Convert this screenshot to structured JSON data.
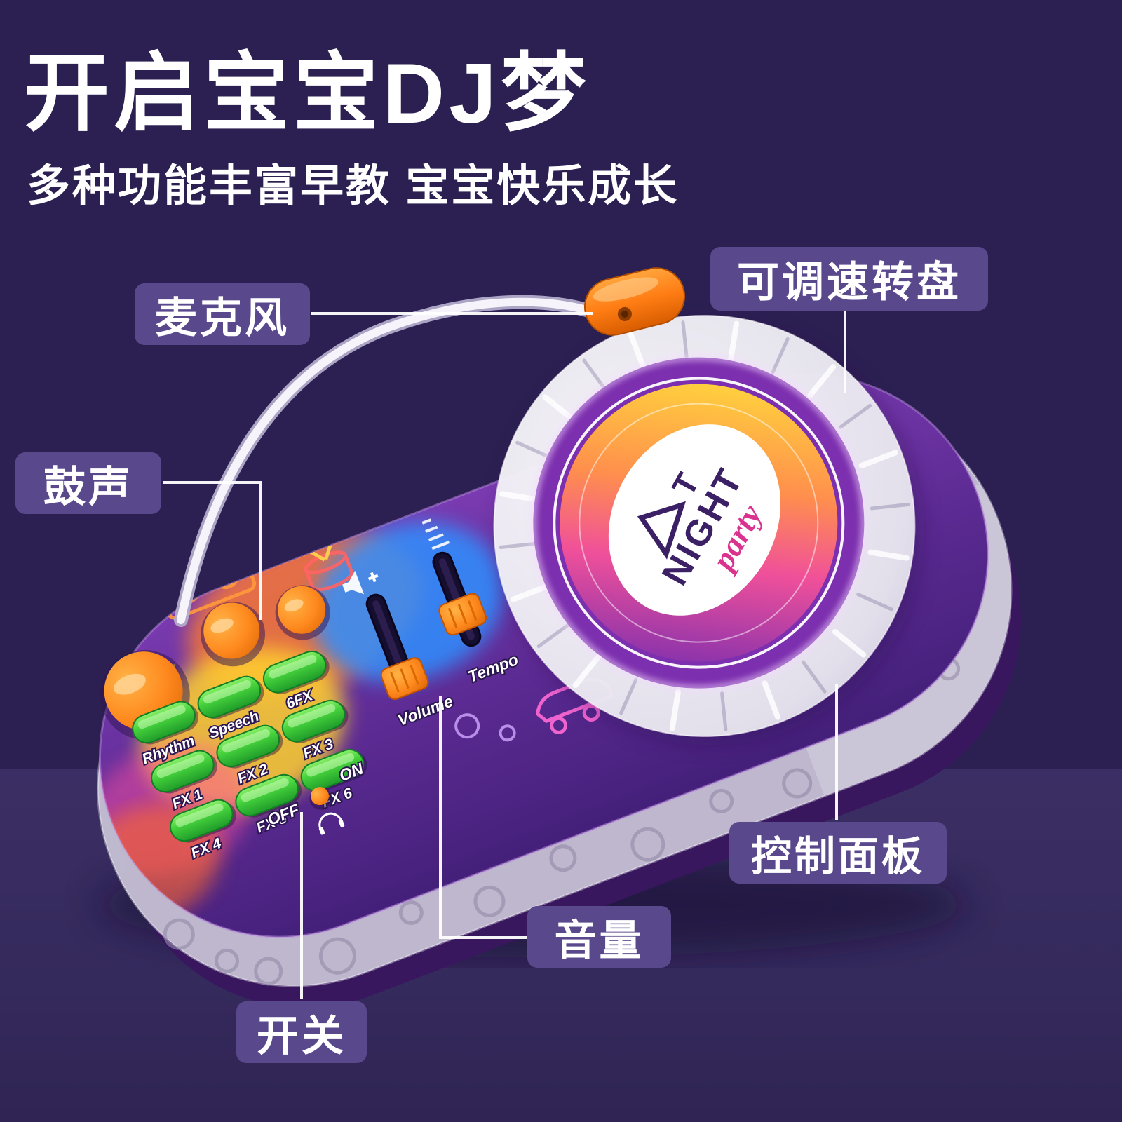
{
  "colors": {
    "background": "#2c2052",
    "floor_band": "#3b2e64",
    "callout_bg": "#59498c",
    "text": "#ffffff",
    "toy_deck_purple": "#5b2a92",
    "pad_green": "#46d23c",
    "button_orange": "#ff8a1f",
    "disc_gradient": [
      "#ffd23d",
      "#ff8f4d",
      "#f0509a",
      "#7c2fae"
    ]
  },
  "header": {
    "title": "开启宝宝DJ梦",
    "subtitle": "多种功能丰富早教 宝宝快乐成长"
  },
  "callouts": {
    "turntable": "可调速转盘",
    "microphone": "麦克风",
    "drum": "鼓声",
    "control_panel": "控制面板",
    "volume": "音量",
    "power": "开关"
  },
  "toy": {
    "logo": {
      "mark": "T",
      "brand": "NIGHT",
      "script": "party"
    },
    "pads": [
      [
        "Rhythm",
        "Speech",
        "6FX"
      ],
      [
        "FX 1",
        "FX 2",
        "FX 3"
      ],
      [
        "FX 4",
        "FX 5",
        "FX 6"
      ]
    ],
    "sliders": {
      "volume": "Volume",
      "tempo": "Tempo"
    },
    "power_switch": {
      "off": "OFF",
      "on": "ON"
    }
  }
}
